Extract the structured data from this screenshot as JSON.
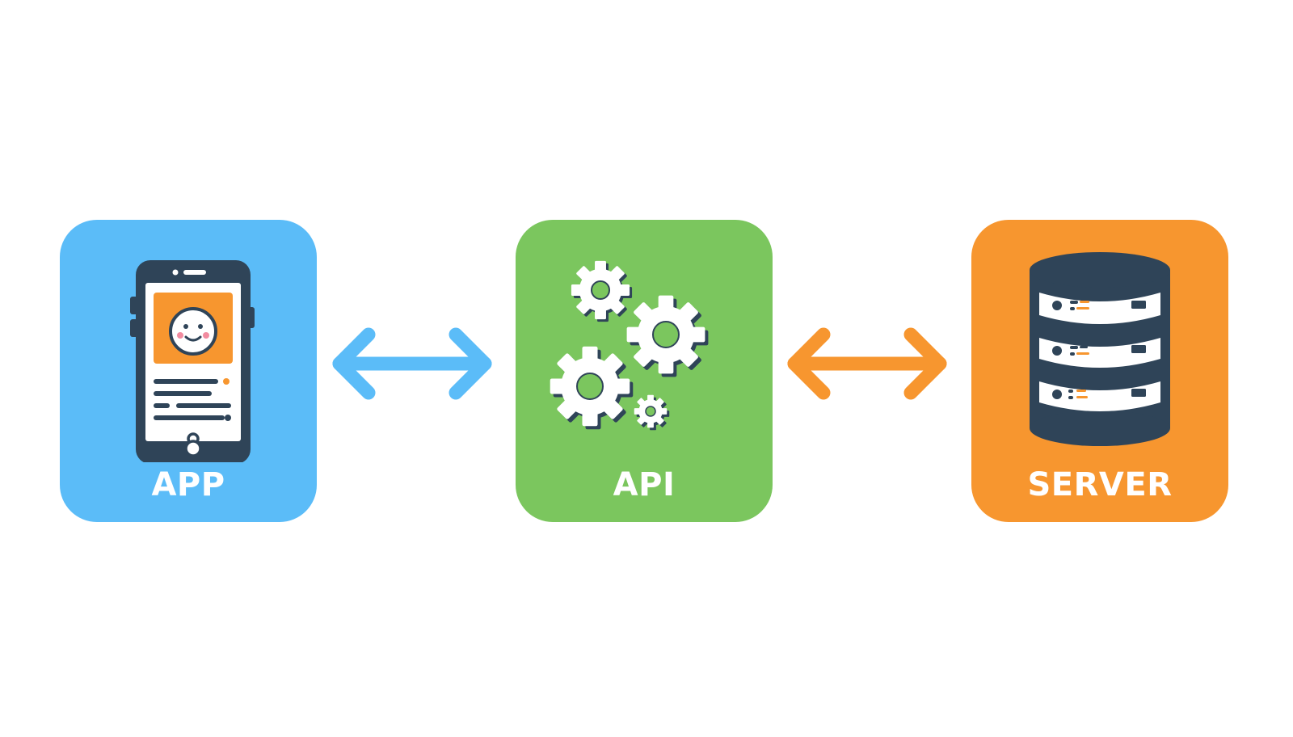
{
  "nodes": [
    {
      "id": "app",
      "label": "APP",
      "color": "#5bbcf8",
      "icon": "smartphone-icon"
    },
    {
      "id": "api",
      "label": "API",
      "color": "#7bc65e",
      "icon": "gears-icon"
    },
    {
      "id": "server",
      "label": "SERVER",
      "color": "#f7962f",
      "icon": "database-server-icon"
    }
  ],
  "edges": [
    {
      "from": "app",
      "to": "api",
      "direction": "bidirectional",
      "color": "#5bbcf8"
    },
    {
      "from": "api",
      "to": "server",
      "direction": "bidirectional",
      "color": "#f7962f"
    }
  ],
  "colors": {
    "dark": "#2f4458",
    "white": "#ffffff",
    "accent_orange": "#f7962f",
    "cheek_pink": "#f28ca0"
  }
}
